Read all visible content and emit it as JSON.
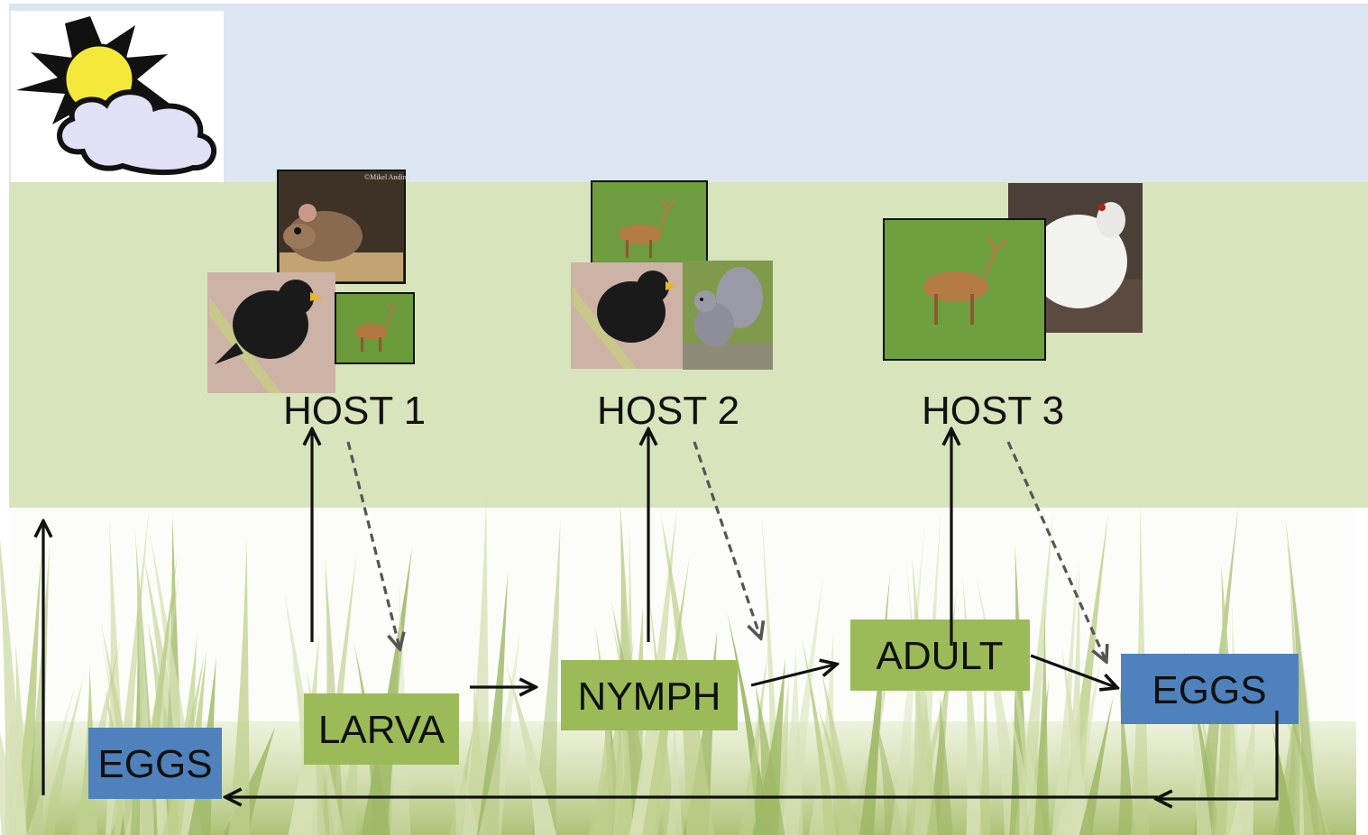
{
  "colors": {
    "sky": "#dce6f2",
    "vegetation": "#d8e4bc",
    "ground": "#fdfdf9",
    "grass_light": "#d6e1b6",
    "grass_mid": "#bfd08e",
    "grass_dark": "#9fb867",
    "stage_box": "#9bbb59",
    "egg_box": "#4f81bd",
    "arrow": "#111111",
    "drop_arrow": "#555555"
  },
  "stages": {
    "eggs_start": "EGGS",
    "larva": "LARVA",
    "nymph": "NYMPH",
    "adult": "ADULT",
    "eggs_end": "EGGS"
  },
  "hosts": {
    "host1": {
      "label": "HOST 1",
      "photos": [
        "mouse-photo",
        "blackbird-photo",
        "deer-photo"
      ],
      "watermark": "©Mikel Andino"
    },
    "host2": {
      "label": "HOST 2",
      "photos": [
        "deer-photo",
        "blackbird-photo",
        "squirrel-photo"
      ]
    },
    "host3": {
      "label": "HOST 3",
      "photos": [
        "sheep-photo",
        "deer-photo"
      ]
    }
  },
  "icons": {
    "weather": "sun-behind-cloud-icon"
  }
}
